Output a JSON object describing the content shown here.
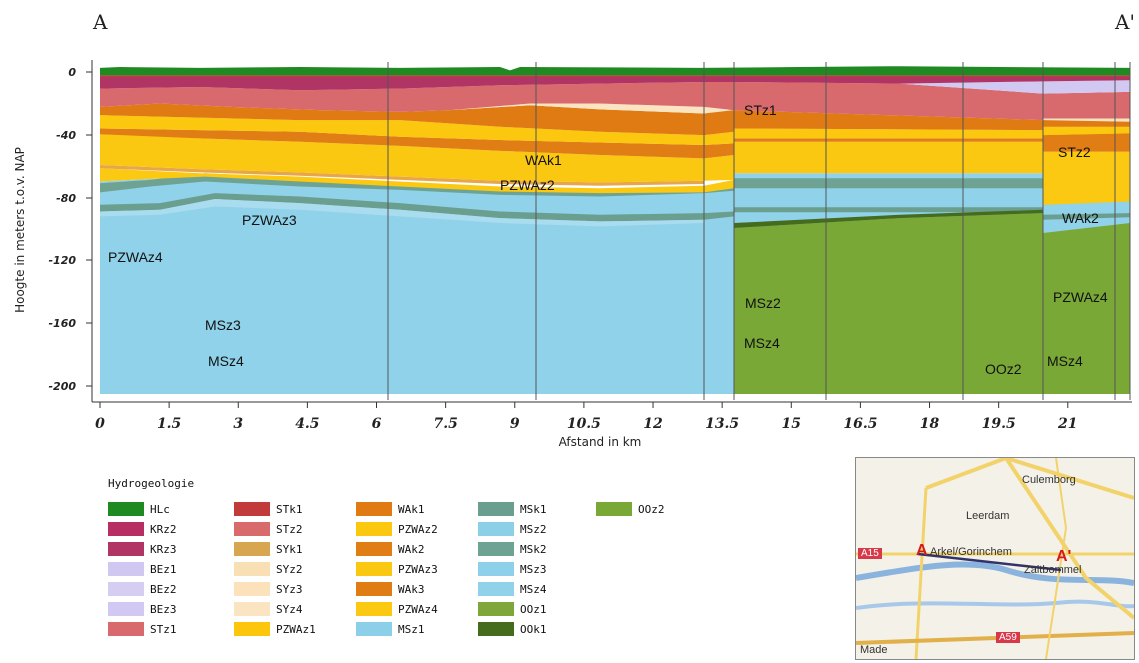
{
  "section": {
    "left_label": "A",
    "right_label": "A'",
    "ylabel": "Hoogte in meters t.o.v. NAP",
    "xlabel": "Afstand in km",
    "yticks": [
      "0",
      "-40",
      "-80",
      "-120",
      "-160",
      "-200"
    ],
    "xticks": [
      "0",
      "1.5",
      "3",
      "4.5",
      "6",
      "7.5",
      "9",
      "10.5",
      "12",
      "13.5",
      "15",
      "16.5",
      "18",
      "19.5",
      "21"
    ],
    "unit_labels": [
      "STz1",
      "WAk1",
      "PZWAz2",
      "PZWAz3",
      "PZWAz4",
      "MSz3",
      "MSz4",
      "STz2",
      "WAk2",
      "MSz2",
      "MSz4",
      "OOz2",
      "PZWAz4",
      "MSz4"
    ]
  },
  "legend": {
    "title": "Hydrogeologie",
    "columns": [
      [
        {
          "label": "HLc",
          "color": "#1f8a21"
        },
        {
          "label": "KRz2",
          "color": "#b72e63"
        },
        {
          "label": "KRz3",
          "color": "#b03464"
        },
        {
          "label": "BEz1",
          "color": "#d1c8f1"
        },
        {
          "label": "BEz2",
          "color": "#d6cdf3"
        },
        {
          "label": "BEz3",
          "color": "#d2c9f2"
        },
        {
          "label": "STz1",
          "color": "#d8696d"
        }
      ],
      [
        {
          "label": "STk1",
          "color": "#c03b39"
        },
        {
          "label": "STz2",
          "color": "#d86a6c"
        },
        {
          "label": "SYk1",
          "color": "#d8a650"
        },
        {
          "label": "SYz2",
          "color": "#f9dfb4"
        },
        {
          "label": "SYz3",
          "color": "#fbe2bb"
        },
        {
          "label": "SYz4",
          "color": "#fae4c2"
        },
        {
          "label": "PZWAz1",
          "color": "#fbc60c"
        }
      ],
      [
        {
          "label": "WAk1",
          "color": "#e07a13"
        },
        {
          "label": "PZWAz2",
          "color": "#fbc70f"
        },
        {
          "label": "WAk2",
          "color": "#e17d15"
        },
        {
          "label": "PZWAz3",
          "color": "#fbc811"
        },
        {
          "label": "WAk3",
          "color": "#e07c14"
        },
        {
          "label": "PZWAz4",
          "color": "#fbc912"
        },
        {
          "label": "MSz1",
          "color": "#8ccfe8"
        }
      ],
      [
        {
          "label": "MSk1",
          "color": "#6a9e8e"
        },
        {
          "label": "MSz2",
          "color": "#8cd0e8"
        },
        {
          "label": "MSk2",
          "color": "#6ea394"
        },
        {
          "label": "MSz3",
          "color": "#8dd0e9"
        },
        {
          "label": "MSz4",
          "color": "#8fd2ea"
        },
        {
          "label": "OOz1",
          "color": "#7fa63a"
        },
        {
          "label": "OOk1",
          "color": "#456b1c"
        }
      ],
      [
        {
          "label": "OOz2",
          "color": "#7aa837"
        }
      ]
    ]
  },
  "map": {
    "places": [
      "Culemborg",
      "Leerdam",
      "Arkel/Gorinchem",
      "Zaltbommel",
      "Made"
    ],
    "roads": [
      "A15",
      "A59"
    ],
    "marker_a": "A",
    "marker_a2": "A'"
  }
}
